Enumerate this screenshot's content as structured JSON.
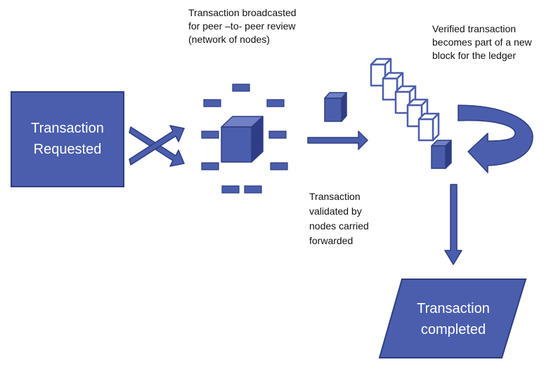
{
  "colors": {
    "fill": "#4A5EAD",
    "stroke": "#2F3E80",
    "dark": "#2F3D86",
    "light_stroke": "#4A5EAD",
    "text_on_fill": "#FFFFFF"
  },
  "steps": {
    "requested": {
      "label": "Transaction\nRequested"
    },
    "broadcast": {
      "caption": "Transaction broadcasted\nfor peer –to- peer review\n(network of nodes)"
    },
    "verified": {
      "caption": "Verified transaction\nbecomes part of a new\nblock for the ledger"
    },
    "validated": {
      "caption": "Transaction\nvalidated by\nnodes carried\nforwarded"
    },
    "completed": {
      "label": "Transaction\ncompleted"
    }
  },
  "icons": {
    "crossed_arrows": "crossed-arrows-icon",
    "network_cube": "network-cube-icon",
    "single_block": "single-block-icon",
    "block_chain": "blockchain-icon",
    "loop_arrow": "circular-arrow-icon",
    "down_arrow": "down-arrow-icon",
    "right_arrow": "right-arrow-icon"
  }
}
